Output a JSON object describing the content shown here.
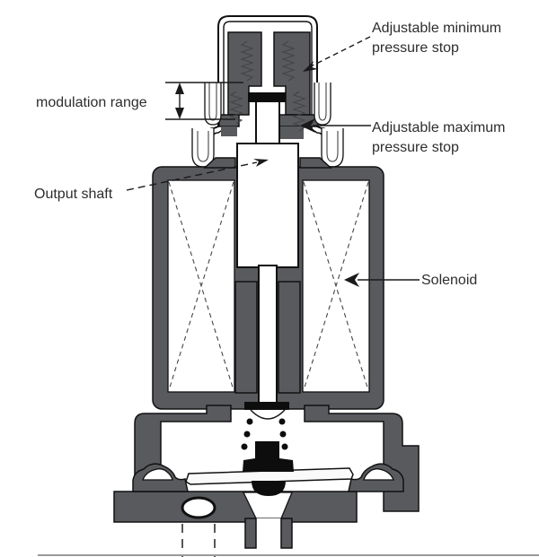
{
  "figure": {
    "type": "technical-diagram",
    "subject": "Modulating solenoid valve cross-section",
    "colors": {
      "background": "#ffffff",
      "body_gray": "#595a5e",
      "outline_black": "#111111",
      "highlight_black": "#0d0d0d",
      "label_text": "#2d2d2d"
    },
    "labels": {
      "min_line1": "Adjustable minimum",
      "min_line2": "pressure stop",
      "modulation": "modulation range",
      "max_line1": "Adjustable maximum",
      "max_line2": "pressure stop",
      "output_shaft": "Output shaft",
      "solenoid": "Solenoid"
    }
  }
}
